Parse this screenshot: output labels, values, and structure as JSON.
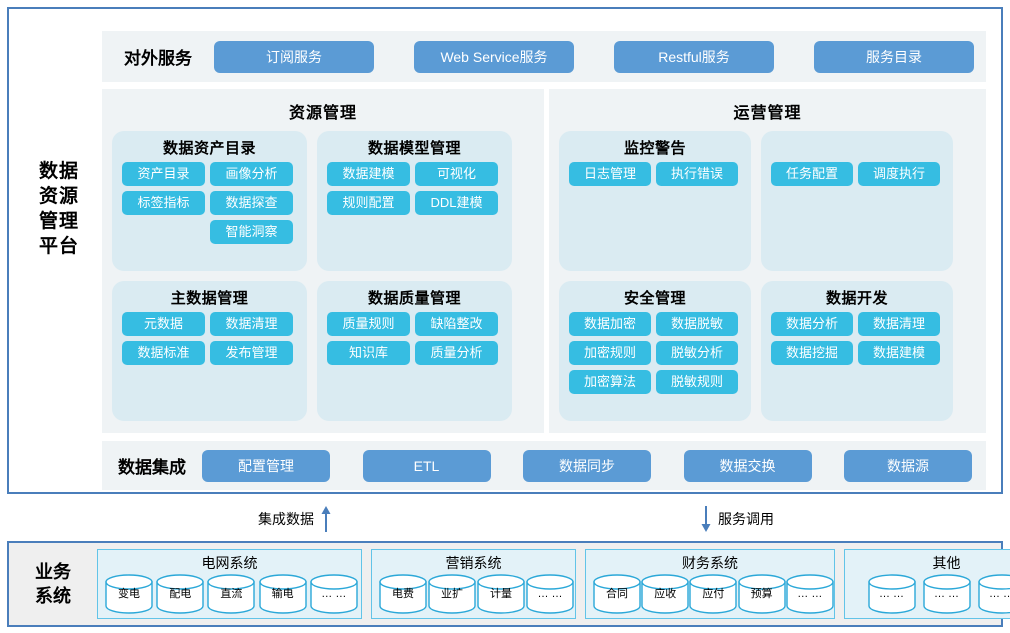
{
  "platform": {
    "label": "数据\n资源\n管理\n平台",
    "label_lines": [
      "数据",
      "资源",
      "管理",
      "平台"
    ],
    "external_services": {
      "title": "对外服务",
      "buttons": [
        "订阅服务",
        "Web Service服务",
        "Restful服务",
        "服务目录"
      ]
    },
    "panels": [
      {
        "title": "资源管理",
        "cards": [
          {
            "title": "数据资产目录",
            "tags": [
              "资产目录",
              "画像分析",
              "标签指标",
              "数据探查",
              "",
              "智能洞察"
            ]
          },
          {
            "title": "数据模型管理",
            "tags": [
              "数据建模",
              "可视化",
              "规则配置",
              "DDL建模"
            ]
          },
          {
            "title": "主数据管理",
            "tags": [
              "元数据",
              "数据清理",
              "数据标准",
              "发布管理"
            ]
          },
          {
            "title": "数据质量管理",
            "tags": [
              "质量规则",
              "缺陷整改",
              "知识库",
              "质量分析"
            ]
          }
        ]
      },
      {
        "title": "运营管理",
        "cards": [
          {
            "title": "监控警告",
            "tags": [
              "日志管理",
              "执行错误"
            ]
          },
          {
            "title": "",
            "tags": [
              "任务配置",
              "调度执行"
            ]
          },
          {
            "title": "安全管理",
            "tags": [
              "数据加密",
              "数据脱敏",
              "加密规则",
              "脱敏分析",
              "加密算法",
              "脱敏规则"
            ]
          },
          {
            "title": "数据开发",
            "tags": [
              "数据分析",
              "数据清理",
              "数据挖掘",
              "数据建模"
            ]
          }
        ]
      }
    ],
    "integration": {
      "title": "数据集成",
      "buttons": [
        "配置管理",
        "ETL",
        "数据同步",
        "数据交换",
        "数据源"
      ]
    }
  },
  "flows": [
    {
      "label": "集成数据",
      "direction": "up"
    },
    {
      "label": "服务调用",
      "direction": "down"
    }
  ],
  "business": {
    "label_lines": [
      "业务",
      "系统"
    ],
    "groups": [
      {
        "title": "电网系统",
        "items": [
          "变电",
          "配电",
          "直流",
          "输电",
          "… …"
        ]
      },
      {
        "title": "营销系统",
        "items": [
          "电费",
          "业扩",
          "计量",
          "… …"
        ]
      },
      {
        "title": "财务系统",
        "items": [
          "合同",
          "应收",
          "应付",
          "预算",
          "… …"
        ]
      },
      {
        "title": "其他",
        "items": [
          "… …",
          "… …",
          "… …"
        ]
      }
    ]
  },
  "colors": {
    "frame_border": "#4A7EBB",
    "strip_bg": "#EFF3F5",
    "card_bg": "#DAEBF2",
    "tag_blue": "#36BDE2",
    "button_steel": "#5B9BD5",
    "business_bg": "#EFEFEF",
    "db_outline": "#2BA8D8"
  }
}
